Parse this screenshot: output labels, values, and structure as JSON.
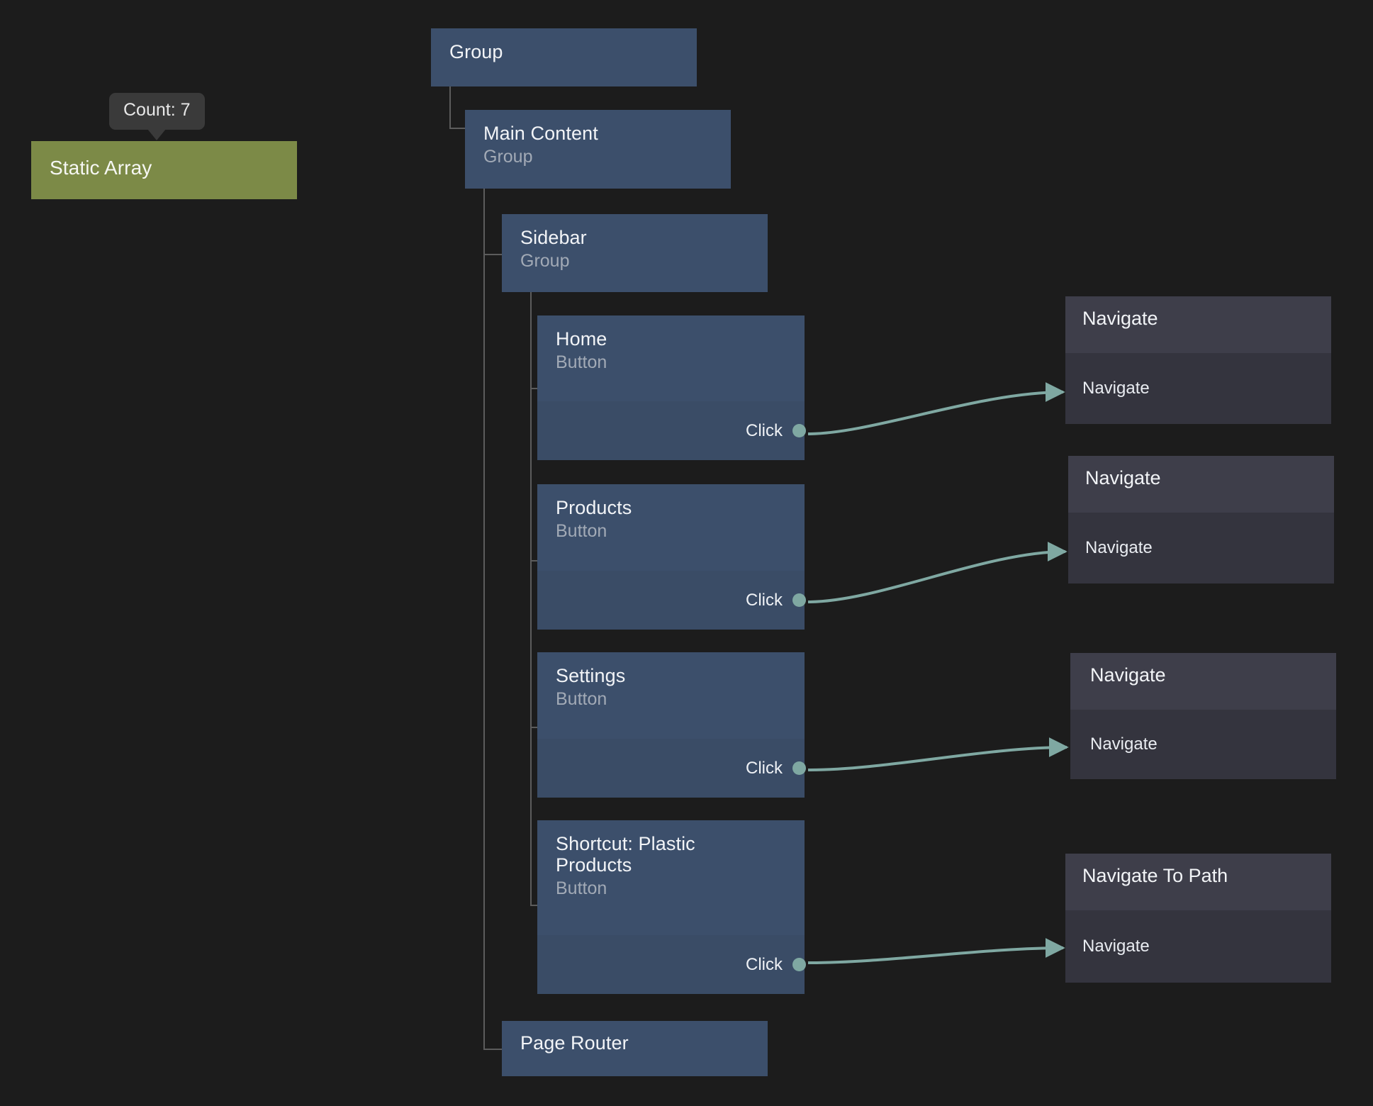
{
  "canvas": {
    "background": "#1c1c1c",
    "accent_connection": "#7fa8a2",
    "node_blue": "#3c4f6b",
    "node_gray": "#34343e",
    "node_gray_header": "#3e3e4a",
    "node_green": "#7c8a47",
    "tree_line": "#5c5c5c"
  },
  "tooltip": {
    "label": "Count: 7"
  },
  "static_array": {
    "title": "Static Array"
  },
  "tree": {
    "root": {
      "title": "Group",
      "subtitle": ""
    },
    "main_content": {
      "title": "Main Content",
      "subtitle": "Group"
    },
    "sidebar": {
      "title": "Sidebar",
      "subtitle": "Group"
    },
    "page_router": {
      "title": "Page Router",
      "subtitle": ""
    },
    "buttons": [
      {
        "title": "Home",
        "subtitle": "Button",
        "port": "Click"
      },
      {
        "title": "Products",
        "subtitle": "Button",
        "port": "Click"
      },
      {
        "title": "Settings",
        "subtitle": "Button",
        "port": "Click"
      },
      {
        "title": "Shortcut: Plastic Products",
        "subtitle": "Button",
        "port": "Click"
      }
    ]
  },
  "actions": [
    {
      "header": "Navigate",
      "port": "Navigate"
    },
    {
      "header": "Navigate",
      "port": "Navigate"
    },
    {
      "header": "Navigate",
      "port": "Navigate"
    },
    {
      "header": "Navigate To Path",
      "port": "Navigate"
    }
  ]
}
